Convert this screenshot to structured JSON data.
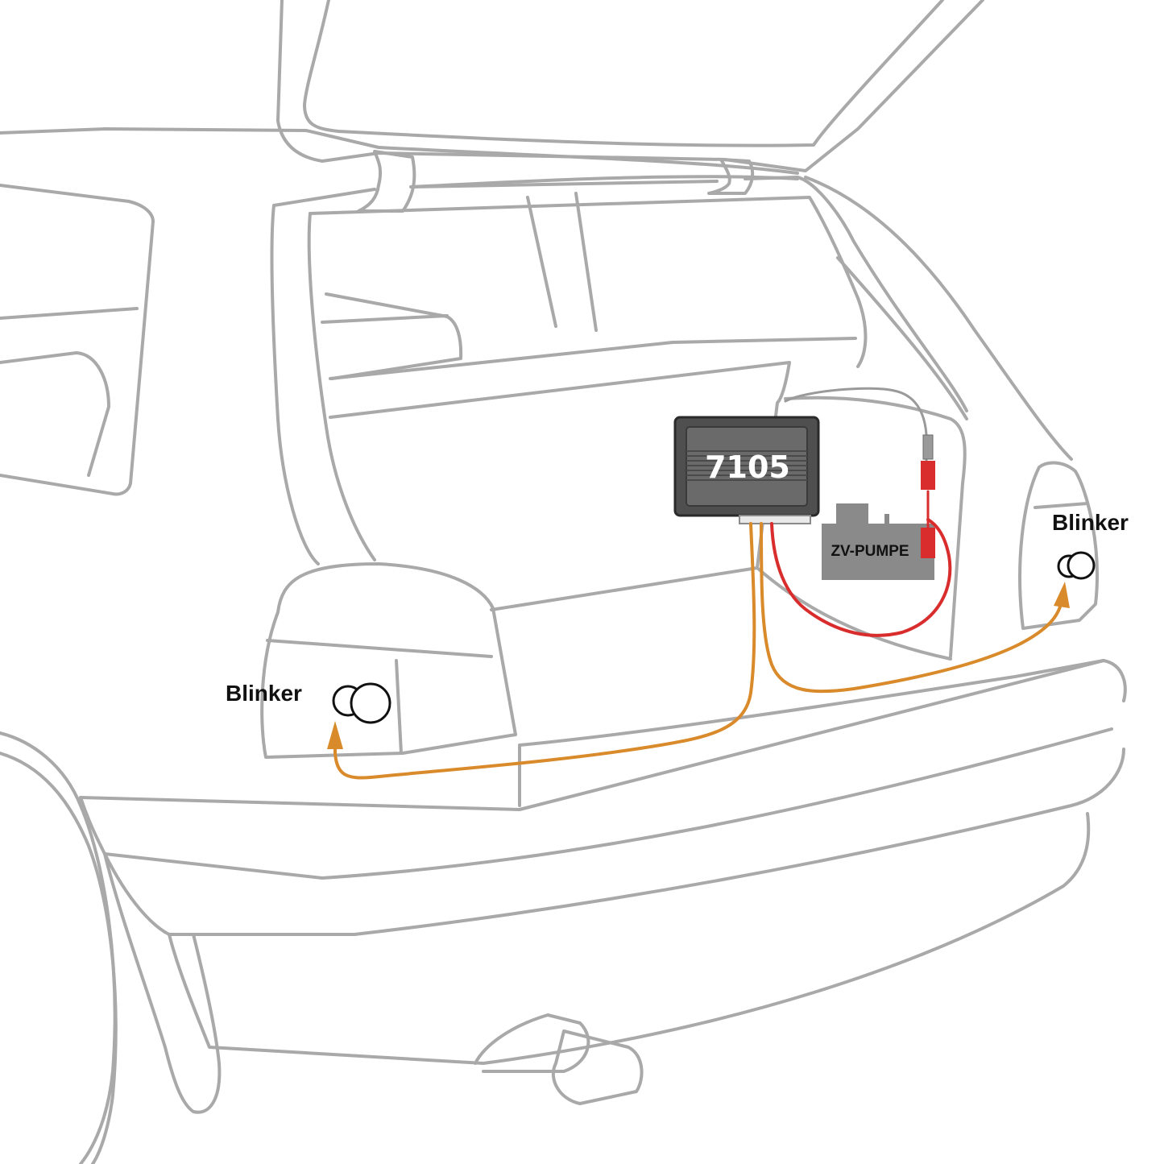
{
  "labels": {
    "blinker_left": "Blinker",
    "blinker_right": "Blinker",
    "module": "7105",
    "pump": "ZV-PUMPE"
  },
  "colors": {
    "car_outline": "#a9a9a9",
    "turn_signal_wire": "#d98a2b",
    "power_wire": "#d92d2d",
    "signal_cable": "#9a9a9a",
    "module_body": "#5f5f5f",
    "pump_body": "#8a8a8a",
    "bulb_outline": "#111111"
  },
  "icons": {
    "module": "control-module-icon",
    "pump": "central-locking-pump-icon",
    "bulb": "bulb-icon",
    "arrow": "arrow-head-icon"
  }
}
